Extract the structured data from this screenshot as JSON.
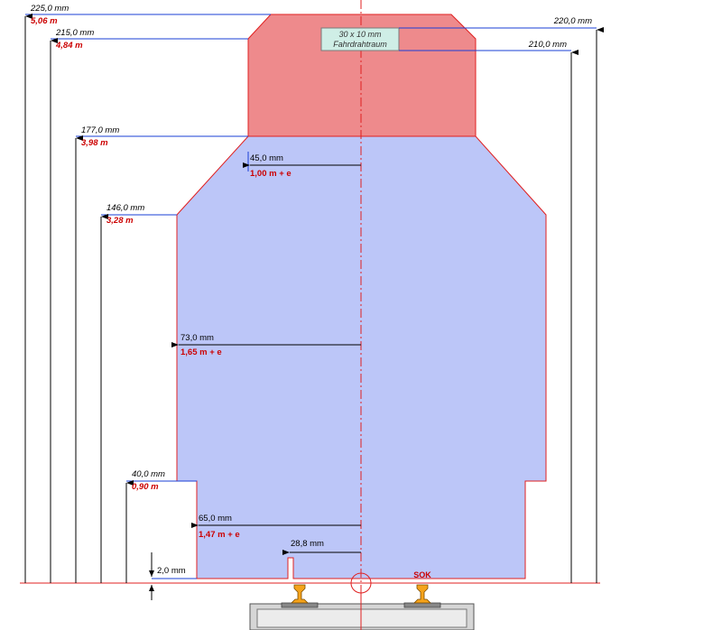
{
  "colors": {
    "upper_fill": "#ee8a8c",
    "lower_fill": "#bcc6f8",
    "outline": "#e02020",
    "dim_line": "#1a3fd6",
    "red_text": "#cc0000",
    "rail": "#f5a31b",
    "sleeper": "#c8c8c8"
  },
  "catenary_box": {
    "line1": "30 x 10 mm",
    "line2": "Fahrdrahtraum"
  },
  "left_heights": [
    {
      "mm": "225,0 mm",
      "m": "5,06 m"
    },
    {
      "mm": "215,0 mm",
      "m": "4,84 m"
    },
    {
      "mm": "177,0 mm",
      "m": "3,98 m"
    },
    {
      "mm": "146,0 mm",
      "m": "3,28 m"
    },
    {
      "mm": "40,0 mm",
      "m": "0,90 m"
    }
  ],
  "right_heights": [
    {
      "mm": "220,0 mm"
    },
    {
      "mm": "210,0 mm"
    }
  ],
  "half_widths": [
    {
      "mm": "45,0 mm",
      "m": "1,00 m + e"
    },
    {
      "mm": "73,0 mm",
      "m": "1,65 m + e"
    },
    {
      "mm": "65,0 mm",
      "m": "1,47 m + e"
    },
    {
      "mm": "28,8 mm"
    }
  ],
  "bottom_offset": "2,0 mm",
  "sok_label": "SOK"
}
